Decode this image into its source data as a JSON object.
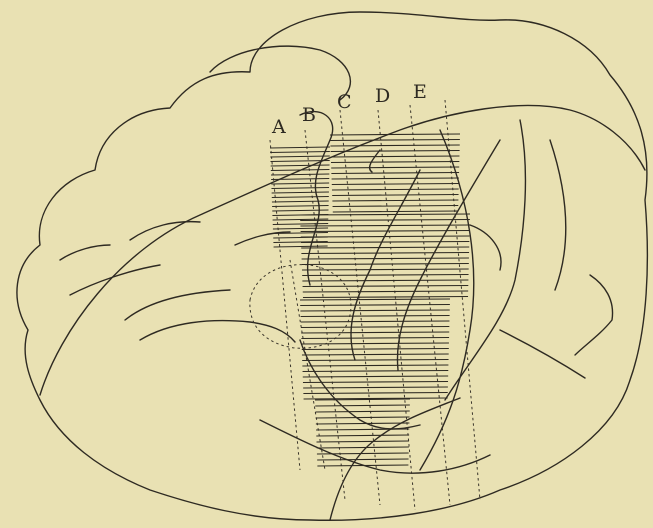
{
  "figure": {
    "section_labels": [
      "A",
      "B",
      "C",
      "D",
      "E"
    ],
    "colors": {
      "paper": "#e9e1b3",
      "ink": "#2e2a22"
    }
  }
}
